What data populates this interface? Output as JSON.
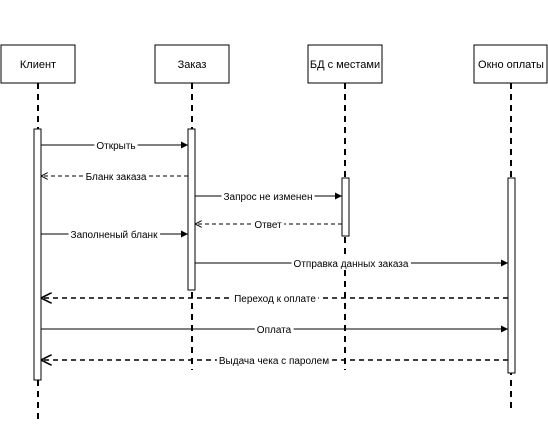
{
  "actors": [
    {
      "id": "client",
      "label": "Клиент"
    },
    {
      "id": "order",
      "label": "Заказ"
    },
    {
      "id": "db",
      "label": "БД с местами"
    },
    {
      "id": "payment",
      "label": "Окно оплаты"
    }
  ],
  "messages": [
    {
      "id": "open",
      "label": "Открыть",
      "from": "client",
      "to": "order",
      "style": "solid"
    },
    {
      "id": "order-form",
      "label": "Бланк заказа",
      "from": "order",
      "to": "client",
      "style": "dashed"
    },
    {
      "id": "request-unchanged",
      "label": "Запрос не изменен",
      "from": "order",
      "to": "db",
      "style": "solid"
    },
    {
      "id": "answer",
      "label": "Ответ",
      "from": "db",
      "to": "order",
      "style": "dashed"
    },
    {
      "id": "filled-form",
      "label": "Заполненый бланк",
      "from": "client",
      "to": "order",
      "style": "solid"
    },
    {
      "id": "send-order-data",
      "label": "Отправка данных заказа",
      "from": "order",
      "to": "payment",
      "style": "solid"
    },
    {
      "id": "go-to-payment",
      "label": "Переход к оплате",
      "from": "payment",
      "to": "client",
      "style": "heavy-dashed"
    },
    {
      "id": "payment",
      "label": "Оплата",
      "from": "client",
      "to": "payment",
      "style": "solid"
    },
    {
      "id": "receipt",
      "label": "Выдача чека с паролем",
      "from": "payment",
      "to": "client",
      "style": "heavy-dashed"
    }
  ]
}
